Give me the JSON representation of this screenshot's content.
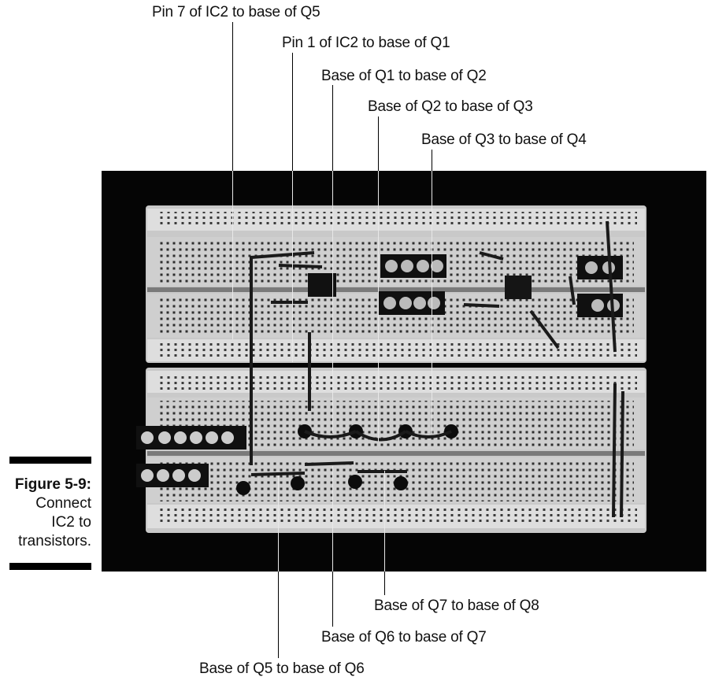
{
  "figure": {
    "number": "Figure 5-9:",
    "caption_lines": [
      "Connect",
      "IC2 to",
      "transistors."
    ]
  },
  "callouts": {
    "top": [
      "Pin 7 of IC2 to base of Q5",
      "Pin 1 of IC2 to base of Q1",
      "Base of Q1 to base of Q2",
      "Base of Q2 to base of Q3",
      "Base of Q3 to base of Q4"
    ],
    "bottom": [
      "Base of Q7 to base of Q8",
      "Base of Q6 to base of Q7",
      "Base of Q5 to base of Q6"
    ]
  },
  "colors": {
    "photo_background": "#050505",
    "board": "#c9c9c9",
    "rail": "#dcdcdc",
    "hole": "#2e2e2e",
    "leader_line": "#000000"
  },
  "icons": [
    "screw-terminal-icon",
    "transistor-icon",
    "ic-chip-icon"
  ]
}
